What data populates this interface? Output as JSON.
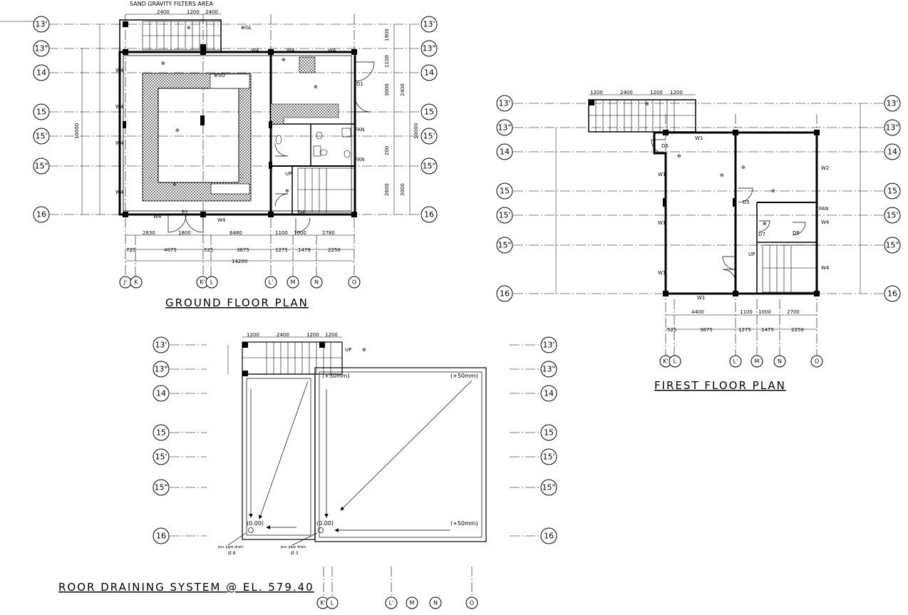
{
  "drawings": {
    "ground_floor": {
      "title": "GROUND FLOOR PLAN",
      "top_note": "SAND GRAVITY FILTERS AREA",
      "top_dims": [
        "2400",
        "1200",
        "2400"
      ],
      "bottom_dims_row1": [
        "2830",
        "1800",
        "6480",
        "1100",
        "1000",
        "2780"
      ],
      "bottom_dims_row2": [
        "725",
        "4075",
        "525",
        "3675",
        "1275",
        "1479",
        "2250"
      ],
      "total_dim": "14200",
      "side_dims_right": [
        "1900",
        "1100",
        "3000",
        "2400",
        "200",
        "2600",
        "3000"
      ],
      "side_total": "10000",
      "col_labels": [
        "J'",
        "K",
        "K'",
        "L",
        "L'",
        "M",
        "N",
        "O"
      ]
    },
    "first_floor": {
      "title": "FIREST FLOOR PLAN",
      "top_dims": [
        "1200",
        "2400",
        "1200",
        "1200"
      ],
      "bottom_dims_row1": [
        "4400",
        "1100",
        "1000",
        "2700"
      ],
      "bottom_dims_row2": [
        "525",
        "3675",
        "1275",
        "1475",
        "2250"
      ],
      "col_labels": [
        "K'",
        "L",
        "L'",
        "M",
        "N",
        "O"
      ]
    },
    "roof": {
      "title": "ROOR DRAINING SYSTEM @ EL. 579.40",
      "top_dims": [
        "1200",
        "2400",
        "1200",
        "1200"
      ],
      "level_labels": [
        "(+50mm)",
        "(+50mm)",
        "(0.00)",
        "(0.00)",
        "(+50mm)"
      ],
      "pipe_notes": [
        "pvc pipe drain",
        "pvc pipe drain"
      ],
      "col_labels": [
        "K'",
        "L",
        "L'",
        "M",
        "N",
        "O"
      ]
    }
  },
  "grid_rows": [
    "13'",
    "13\"",
    "14",
    "15",
    "15'",
    "15\"",
    "16"
  ]
}
